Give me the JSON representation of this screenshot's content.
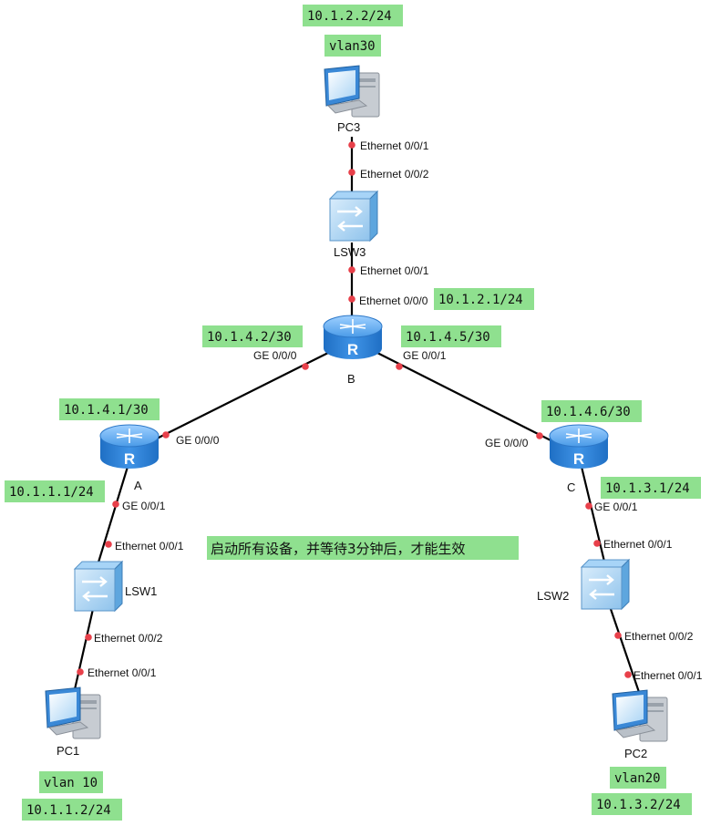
{
  "notice": "启动所有设备，并等待3分钟后，才能生效",
  "devices": {
    "pc3": "PC3",
    "lsw3": "LSW3",
    "router_b": "B",
    "router_a": "A",
    "router_c": "C",
    "lsw1": "LSW1",
    "lsw2": "LSW2",
    "pc1": "PC1",
    "pc2": "PC2",
    "router_glyph": "R"
  },
  "ports": {
    "pc3_eth": "Ethernet 0/0/1",
    "lsw3_top": "Ethernet 0/0/2",
    "lsw3_bottom": "Ethernet 0/0/1",
    "b_top": "Ethernet 0/0/0",
    "b_left": "GE 0/0/0",
    "b_right": "GE 0/0/1",
    "a_right": "GE 0/0/0",
    "a_bottom": "GE 0/0/1",
    "lsw1_top": "Ethernet 0/0/1",
    "lsw1_bottom": "Ethernet 0/0/2",
    "pc1_eth": "Ethernet 0/0/1",
    "c_left": "GE 0/0/0",
    "c_bottom": "GE 0/0/1",
    "lsw2_top": "Ethernet 0/0/1",
    "lsw2_bottom": "Ethernet 0/0/2",
    "pc2_eth": "Ethernet 0/0/1"
  },
  "labels": {
    "pc3_ip": "10.1.2.2/24",
    "pc3_vlan": "vlan30",
    "b_top_ip": "10.1.2.1/24",
    "b_left_ip": "10.1.4.2/30",
    "b_right_ip": "10.1.4.5/30",
    "a_ip": "10.1.4.1/30",
    "a_lan_ip": "10.1.1.1/24",
    "c_ip": "10.1.4.6/30",
    "c_lan_ip": "10.1.3.1/24",
    "pc1_vlan": "vlan 10",
    "pc1_ip": "10.1.1.2/24",
    "pc2_vlan": "vlan20",
    "pc2_ip": "10.1.3.2/24"
  },
  "colors": {
    "label_bg": "#8fe08f",
    "port_dot": "#e8404a",
    "device_blue": "#2e7fd6",
    "link": "#000000"
  }
}
